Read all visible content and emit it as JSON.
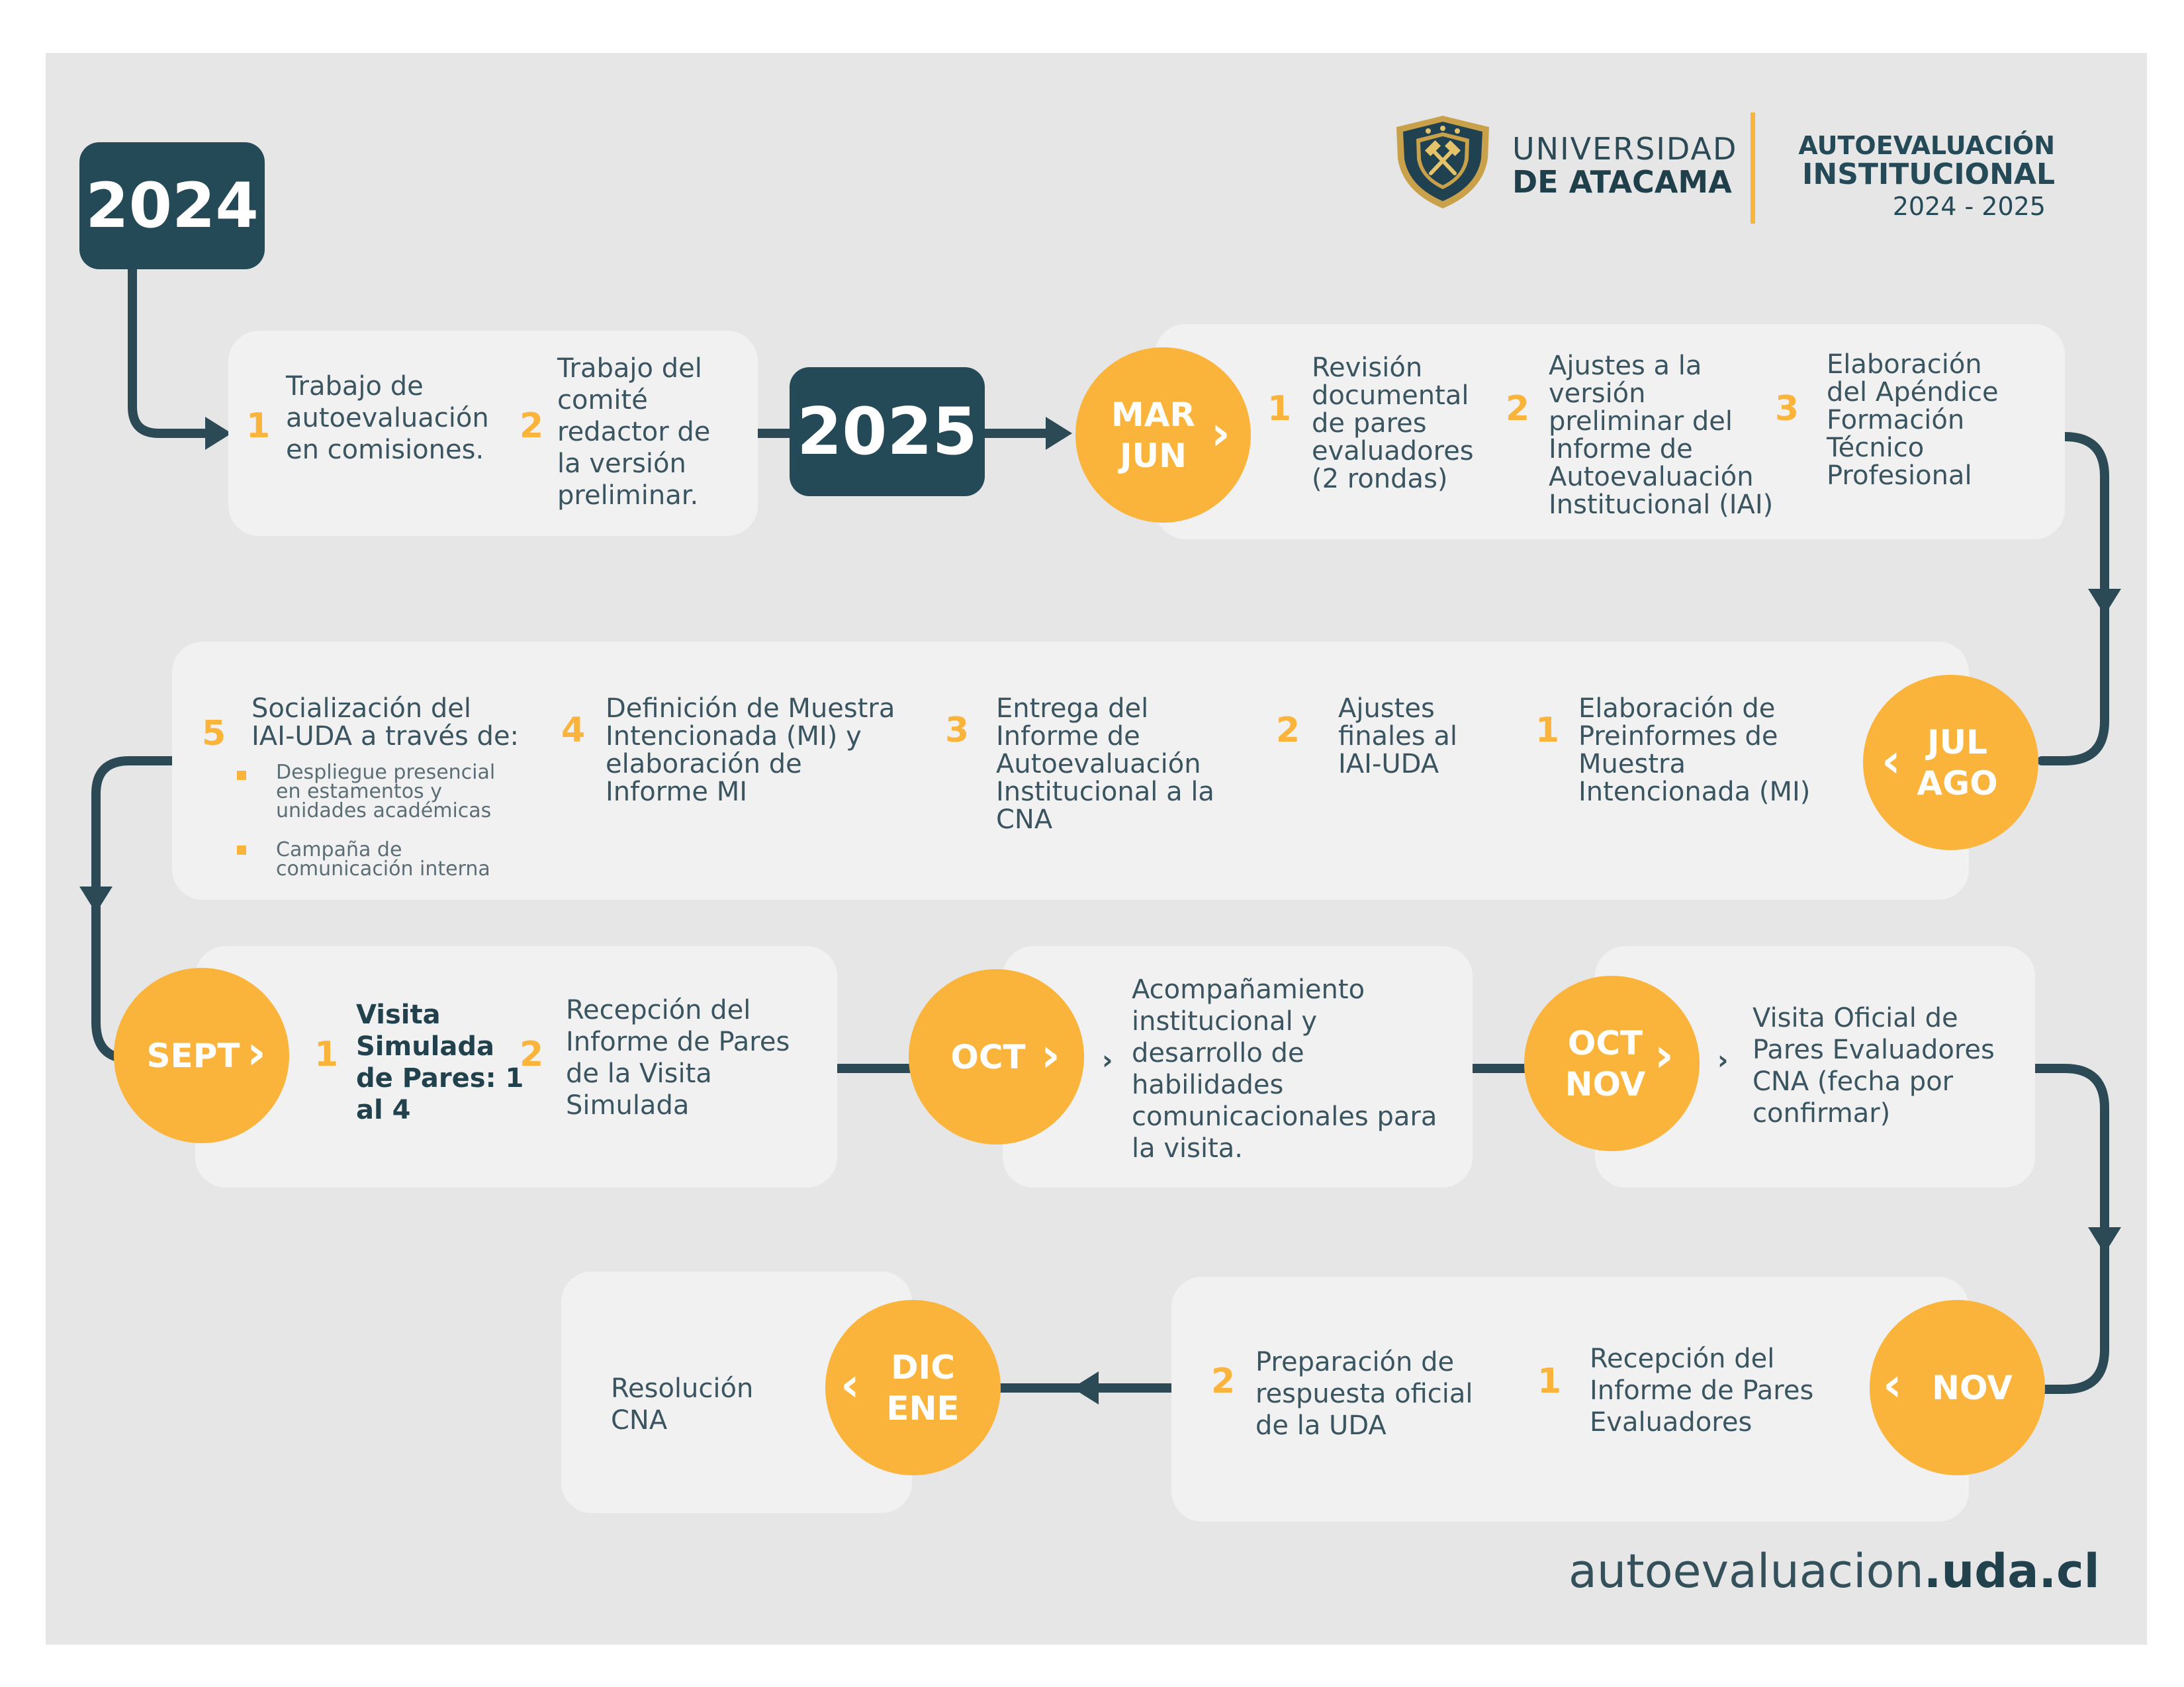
{
  "header": {
    "university_line1": "UNIVERSIDAD",
    "university_line2": "DE ATACAMA",
    "title_line1": "AUTOEVALUACIÓN",
    "title_line2": "INSTITUCIONAL",
    "title_years": "2024 - 2025"
  },
  "years": {
    "y2024": "2024",
    "y2025": "2025"
  },
  "row1_left": {
    "items": [
      {
        "num": "1",
        "text": "Trabajo de\nautoevaluación\nen comisiones."
      },
      {
        "num": "2",
        "text": "Trabajo del\ncomité\nredactor de\nla versión\npreliminar."
      }
    ]
  },
  "mar_jun": {
    "label": "MAR\nJUN",
    "items": [
      {
        "num": "1",
        "text": "Revisión\ndocumental\nde pares\nevaluadores\n(2 rondas)"
      },
      {
        "num": "2",
        "text": "Ajustes a la\nversión\npreliminar del\nInforme de\nAutoevaluación\nInstitucional (IAI)"
      },
      {
        "num": "3",
        "text": "Elaboración\ndel  Apéndice\nFormación\nTécnico\nProfesional"
      }
    ]
  },
  "jul_ago": {
    "label": "JUL\nAGO",
    "items": [
      {
        "num": "1",
        "text": "Elaboración de\nPreinformes de\nMuestra\nIntencionada (MI)"
      },
      {
        "num": "2",
        "text": "Ajustes\nfinales al\nIAI-UDA"
      },
      {
        "num": "3",
        "text": "Entrega del\nInforme de\nAutoevaluación\nInstitucional a la\nCNA"
      },
      {
        "num": "4",
        "text": "Definición de Muestra\nIntencionada  (MI) y\nelaboración de\nInforme MI"
      },
      {
        "num": "5",
        "text": "Socialización del\nIAI-UDA a través de:"
      }
    ],
    "bullets": [
      "Despliegue presencial\nen estamentos  y\nunidades académicas",
      "Campaña de\ncomunicación interna"
    ]
  },
  "sept": {
    "label": "SEPT",
    "items": [
      {
        "num": "1",
        "text": "Visita\nSimulada\nde Pares: 1\nal 4"
      },
      {
        "num": "2",
        "text": "Recepción del\nInforme de Pares\nde la Visita\nSimulada"
      }
    ]
  },
  "oct": {
    "label": "OCT",
    "text": "Acompañamiento\ninstitucional y\ndesarrollo de\nhabilidades\ncomunicacionales para\nla visita."
  },
  "oct_nov": {
    "label": "OCT\nNOV",
    "text": "Visita Oficial de\nPares Evaluadores\nCNA (fecha por\nconfirmar)"
  },
  "nov": {
    "label": "NOV",
    "items": [
      {
        "num": "1",
        "text": "Recepción del\nInforme de Pares\nEvaluadores"
      },
      {
        "num": "2",
        "text": "Preparación de\nrespuesta oficial\nde la UDA"
      }
    ]
  },
  "dic_ene": {
    "label": "DIC\nENE",
    "text": "Resolución\nCNA"
  },
  "footer": {
    "url_light": "autoevaluacion",
    "url_bold": ".uda.cl"
  },
  "colors": {
    "navy": "#244a57",
    "orange": "#fbb43b",
    "panel": "#e6e6e6",
    "card": "#f1f1f1"
  },
  "icons": {
    "shield": "crest-icon",
    "chevron_right": "chevron-right-icon",
    "chevron_left": "chevron-left-icon"
  }
}
